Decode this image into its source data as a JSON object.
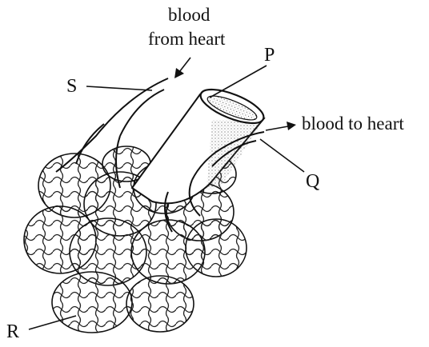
{
  "labels": {
    "P": "P",
    "Q": "Q",
    "R": "R",
    "S": "S"
  },
  "annotations": {
    "blood_from_heart_line1": "blood",
    "blood_from_heart_line2": "from heart",
    "blood_to_heart": "blood to heart"
  },
  "colors": {
    "ink": "#111111",
    "paper": "#ffffff"
  }
}
